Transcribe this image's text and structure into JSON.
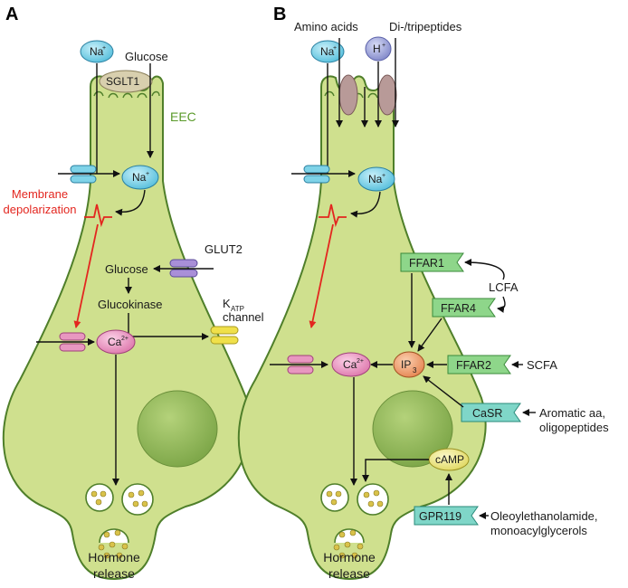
{
  "panels": {
    "a": {
      "letter": "A",
      "top_labels": {
        "na": "Na",
        "glucose": "Glucose"
      },
      "sglt1": "SGLT1",
      "eec": "EEC",
      "na_inside": "Na",
      "depolarization_line1": "Membrane",
      "depolarization_line2": "depolarization",
      "glut2": "GLUT2",
      "glucose_inside": "Glucose",
      "glucokinase": "Glucokinase",
      "katp_k": "K",
      "katp_sub": "ATP",
      "katp_line2": "channel",
      "ca": "Ca",
      "hormone_line1": "Hormone",
      "hormone_line2": "release"
    },
    "b": {
      "letter": "B",
      "amino_acids": "Amino acids",
      "di_tripeptides": "Di-/tripeptides",
      "na_top": "Na",
      "h_top": "H",
      "na_inside": "Na",
      "ffar1": "FFAR1",
      "ffar4": "FFAR4",
      "ffar2": "FFAR2",
      "casr": "CaSR",
      "gpr119": "GPR119",
      "lcfa": "LCFA",
      "scfa": "SCFA",
      "aromatic_line1": "Aromatic aa,",
      "aromatic_line2": "oligopeptides",
      "oleoyl_line1": "Oleoylethanolamide,",
      "oleoyl_line2": "monoacylglycerols",
      "ip": "IP",
      "ip_sub": "3",
      "ca": "Ca",
      "camp": "cAMP",
      "hormone_line1": "Hormone",
      "hormone_line2": "release"
    }
  },
  "superscripts": {
    "plus": "+",
    "two_plus": "2+"
  },
  "colors": {
    "cell_fill": "#cfe08e",
    "cell_stroke": "#4f7f2a",
    "nucleus": "#8fb55a",
    "ion_cyan": "#7fd3e8",
    "ion_h": "#9aa0d8",
    "ca_pink": "#e897c0",
    "receptor_green": "#8ed68a",
    "casr_teal": "#7fd6c8",
    "camp_yellow": "#f2ec8a",
    "ip3_orange": "#f0a070",
    "red_signal": "#e3261f",
    "granule": "#d9c24a"
  }
}
